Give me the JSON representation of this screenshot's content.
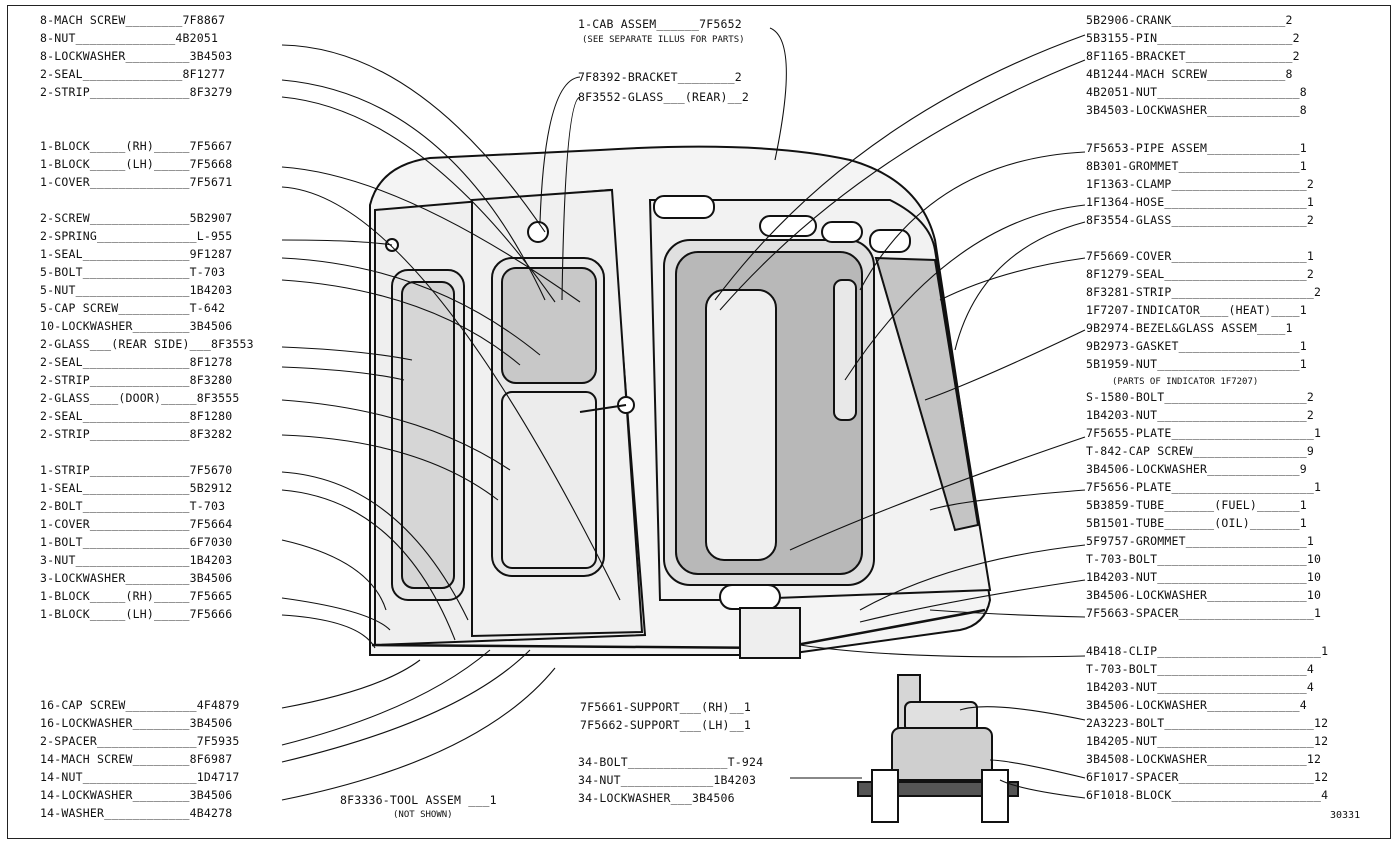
{
  "left_parts": [
    "8-MACH SCREW________7F8867",
    "8-NUT______________4B2051",
    "8-LOCKWASHER_________3B4503",
    "2-SEAL______________8F1277",
    "2-STRIP______________8F3279",
    "1-BLOCK_____(RH)_____7F5667",
    "1-BLOCK_____(LH)_____7F5668",
    "1-COVER______________7F5671",
    "2-SCREW______________5B2907",
    "2-SPRING______________L-955",
    "1-SEAL_______________9F1287",
    "5-BOLT_______________T-703",
    "5-NUT________________1B4203",
    "5-CAP SCREW__________T-642",
    "10-LOCKWASHER________3B4506",
    "2-GLASS___(REAR SIDE)___8F3553",
    "2-SEAL_______________8F1278",
    "2-STRIP______________8F3280",
    "2-GLASS____(DOOR)_____8F3555",
    "2-SEAL_______________8F1280",
    "2-STRIP______________8F3282",
    "1-STRIP______________7F5670",
    "1-SEAL_______________5B2912",
    "2-BOLT_______________T-703",
    "1-COVER______________7F5664",
    "1-BOLT_______________6F7030",
    "3-NUT________________1B4203",
    "3-LOCKWASHER_________3B4506",
    "1-BLOCK_____(RH)_____7F5665",
    "1-BLOCK_____(LH)_____7F5666",
    "16-CAP SCREW__________4F4879",
    "16-LOCKWASHER________3B4506",
    "2-SPACER______________7F5935",
    "14-MACH SCREW________8F6987",
    "14-NUT________________1D4717",
    "14-LOCKWASHER________3B4506",
    "14-WASHER____________4B4278"
  ],
  "center_top": {
    "cab_assem": "1-CAB ASSEM______7F5652",
    "cab_note": "(SEE SEPARATE ILLUS FOR PARTS)",
    "bracket": "7F8392-BRACKET________2",
    "glass": "8F3552-GLASS___(REAR)__2"
  },
  "center_bottom": {
    "support_rh": "7F5661-SUPPORT___(RH)__1",
    "support_lh": "7F5662-SUPPORT___(LH)__1",
    "bolt": "34-BOLT______________T-924",
    "nut": "34-NUT_____________1B4203",
    "lockwasher": "34-LOCKWASHER___3B4506",
    "tool": "8F3336-TOOL ASSEM ___1",
    "tool_note": "(NOT SHOWN)"
  },
  "right_parts": [
    "5B2906-CRANK________________2",
    "5B3155-PIN___________________2",
    "8F1165-BRACKET_______________2",
    "4B1244-MACH SCREW___________8",
    "4B2051-NUT____________________8",
    "3B4503-LOCKWASHER_____________8",
    "7F5653-PIPE ASSEM_____________1",
    "8B301-GROMMET_________________1",
    "1F1363-CLAMP___________________2",
    "1F1364-HOSE____________________1",
    "8F3554-GLASS___________________2",
    "7F5669-COVER___________________1",
    "8F1279-SEAL____________________2",
    "8F3281-STRIP____________________2",
    "1F7207-INDICATOR____(HEAT)____1",
    "9B2974-BEZEL&GLASS ASSEM____1",
    "9B2973-GASKET_________________1",
    "5B1959-NUT____________________1",
    "S-1580-BOLT____________________2",
    "1B4203-NUT_____________________2",
    "7F5655-PLATE____________________1",
    "T-842-CAP SCREW________________9",
    "3B4506-LOCKWASHER_____________9",
    "7F5656-PLATE____________________1",
    "5B3859-TUBE_______(FUEL)______1",
    "5B1501-TUBE_______(OIL)_______1",
    "5F9757-GROMMET_________________1",
    "T-703-BOLT_____________________10",
    "1B4203-NUT_____________________10",
    "3B4506-LOCKWASHER______________10",
    "7F5663-SPACER___________________1",
    "4B418-CLIP_______________________1",
    "T-703-BOLT_____________________4",
    "1B4203-NUT_____________________4",
    "3B4506-LOCKWASHER_____________4",
    "2A3223-BOLT_____________________12",
    "1B4205-NUT______________________12",
    "3B4508-LOCKWASHER______________12",
    "6F1017-SPACER___________________12",
    "6F1018-BLOCK_____________________4"
  ],
  "indicator_note": "(PARTS OF INDICATOR 1F7207)",
  "figure_number": "30331"
}
